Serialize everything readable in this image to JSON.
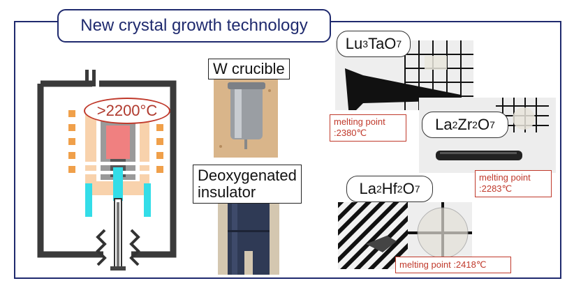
{
  "title": "New crystal growth technology",
  "temperature": ">2200°C",
  "labels": {
    "crucible": "W crucible",
    "insulator_line1": "Deoxygenated",
    "insulator_line2": "insulator"
  },
  "materials": [
    {
      "name": "Lu3TaO7",
      "element": "Lu",
      "n1": "3",
      "mid": "TaO",
      "n2": "7",
      "mp_label": "melting point",
      "mp_value": ":2380℃"
    },
    {
      "name": "La2Zr2O7",
      "element": "La",
      "n1": "2",
      "mid": "Zr",
      "n2": "2",
      "tail": "O",
      "n3": "7",
      "mp_label": "melting point",
      "mp_value": ":2283℃"
    },
    {
      "name": "La2Hf2O7",
      "element": "La",
      "n1": "2",
      "mid": "Hf",
      "n2": "2",
      "tail": "O",
      "n3": "7",
      "mp_text": "melting point :2418℃"
    }
  ],
  "colors": {
    "frame": "#1f2a6e",
    "heater": "#f0a04a",
    "crucible": "#f08080",
    "cyan": "#33dde8",
    "accent_red": "#c0392b"
  }
}
